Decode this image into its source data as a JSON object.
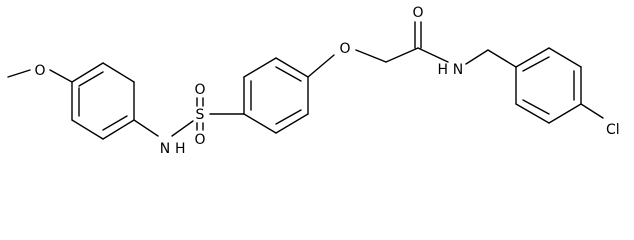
{
  "molecule": {
    "atoms": {
      "methoxy_o": "O",
      "sulfonamide_n": "N",
      "sulfonamide_h": "H",
      "sulfur": "S",
      "sulfonyl_o_top": "O",
      "sulfonyl_o_bottom": "O",
      "ether_o": "O",
      "carbonyl_o": "O",
      "amide_n": "N",
      "amide_h": "H",
      "chlorine": "Cl"
    }
  }
}
